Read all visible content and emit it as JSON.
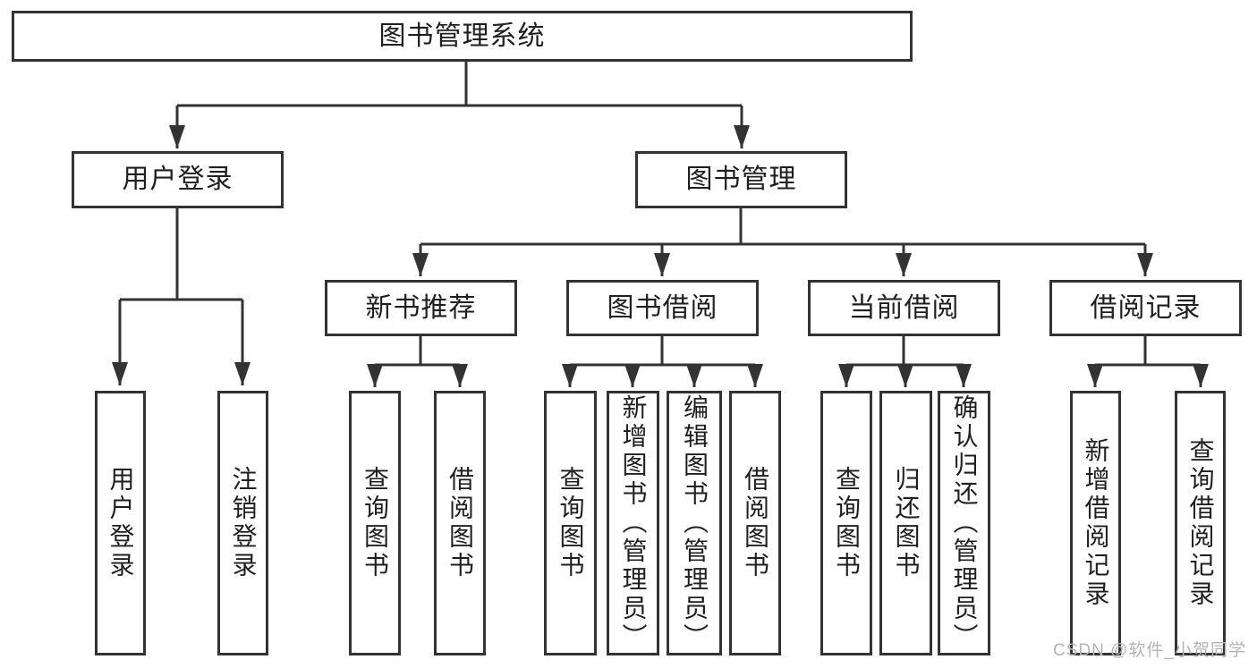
{
  "nodes": {
    "root": {
      "label": "图书管理系统"
    },
    "user_login": {
      "label": "用户登录"
    },
    "book_mgmt": {
      "label": "图书管理"
    },
    "new_book_rec": {
      "label": "新书推荐"
    },
    "book_borrow": {
      "label": "图书借阅"
    },
    "current_borrow": {
      "label": "当前借阅"
    },
    "borrow_record": {
      "label": "借阅记录"
    },
    "leaf_user_login": {
      "label": "用户登录"
    },
    "leaf_logout": {
      "label": "注销登录"
    },
    "leaf_query_books_rec": {
      "label": "查询图书"
    },
    "leaf_borrow_books_rec": {
      "label": "借阅图书"
    },
    "leaf_query_books_borrow": {
      "label": "查询图书"
    },
    "leaf_add_books": {
      "label": "新增图书（管理员）"
    },
    "leaf_edit_books": {
      "label": "编辑图书（管理员）"
    },
    "leaf_borrow_books_borrow": {
      "label": "借阅图书"
    },
    "leaf_query_books_current": {
      "label": "查询图书"
    },
    "leaf_return_books": {
      "label": "归还图书"
    },
    "leaf_confirm_return": {
      "label": "确认归还（管理员）"
    },
    "leaf_add_record": {
      "label": "新增借阅记录"
    },
    "leaf_query_record": {
      "label": "查询借阅记录"
    }
  },
  "watermark": {
    "text": "CSDN @软件_小贺同学"
  },
  "colors": {
    "line": "#333333",
    "text": "#1f1f1f",
    "watermark": "#b3b3b3",
    "background": "#ffffff"
  }
}
